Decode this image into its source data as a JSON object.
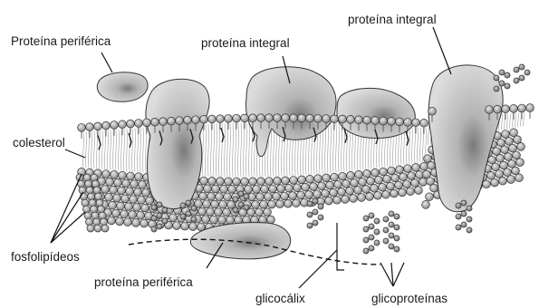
{
  "labels": {
    "peripheral_top": "Proteína periférica",
    "integral_mid": "proteína integral",
    "integral_right": "proteína integral",
    "cholesterol": "colesterol",
    "phospholipids": "fosfolipídeos",
    "peripheral_bottom": "proteína periférica",
    "glycocalyx": "glicocálix",
    "glycoproteins": "glicoproteínas"
  },
  "colors": {
    "protein_fill": "#d2d2d2",
    "protein_dark": "#6e6e6e",
    "head_fill": "#bdbdbd",
    "line": "#222222"
  }
}
